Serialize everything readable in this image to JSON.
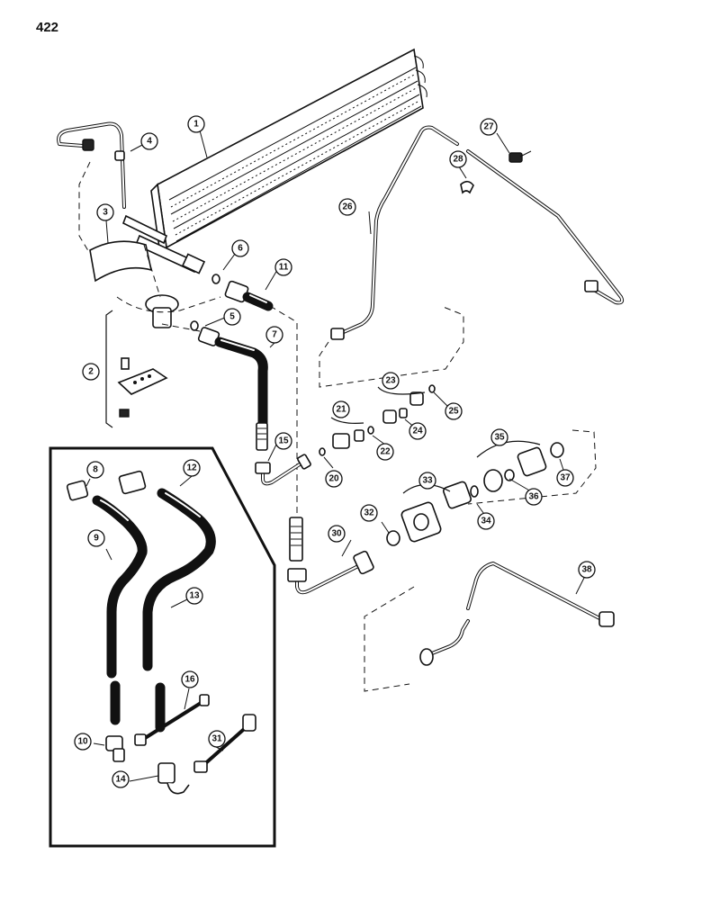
{
  "page": {
    "number": "422"
  },
  "callouts": {
    "c1": "1",
    "c2": "2",
    "c3": "3",
    "c4": "4",
    "c5": "5",
    "c6": "6",
    "c7": "7",
    "c8": "8",
    "c9": "9",
    "c10": "10",
    "c11": "11",
    "c12": "12",
    "c13": "13",
    "c14": "14",
    "c15": "15",
    "c16": "16",
    "c20": "20",
    "c21": "21",
    "c22": "22",
    "c23": "23",
    "c24": "24",
    "c25": "25",
    "c26": "26",
    "c27": "27",
    "c28": "28",
    "c30": "30",
    "c31": "31",
    "c32": "32",
    "c33": "33",
    "c34": "34",
    "c35": "35",
    "c36": "36",
    "c37": "37",
    "c38": "38"
  }
}
